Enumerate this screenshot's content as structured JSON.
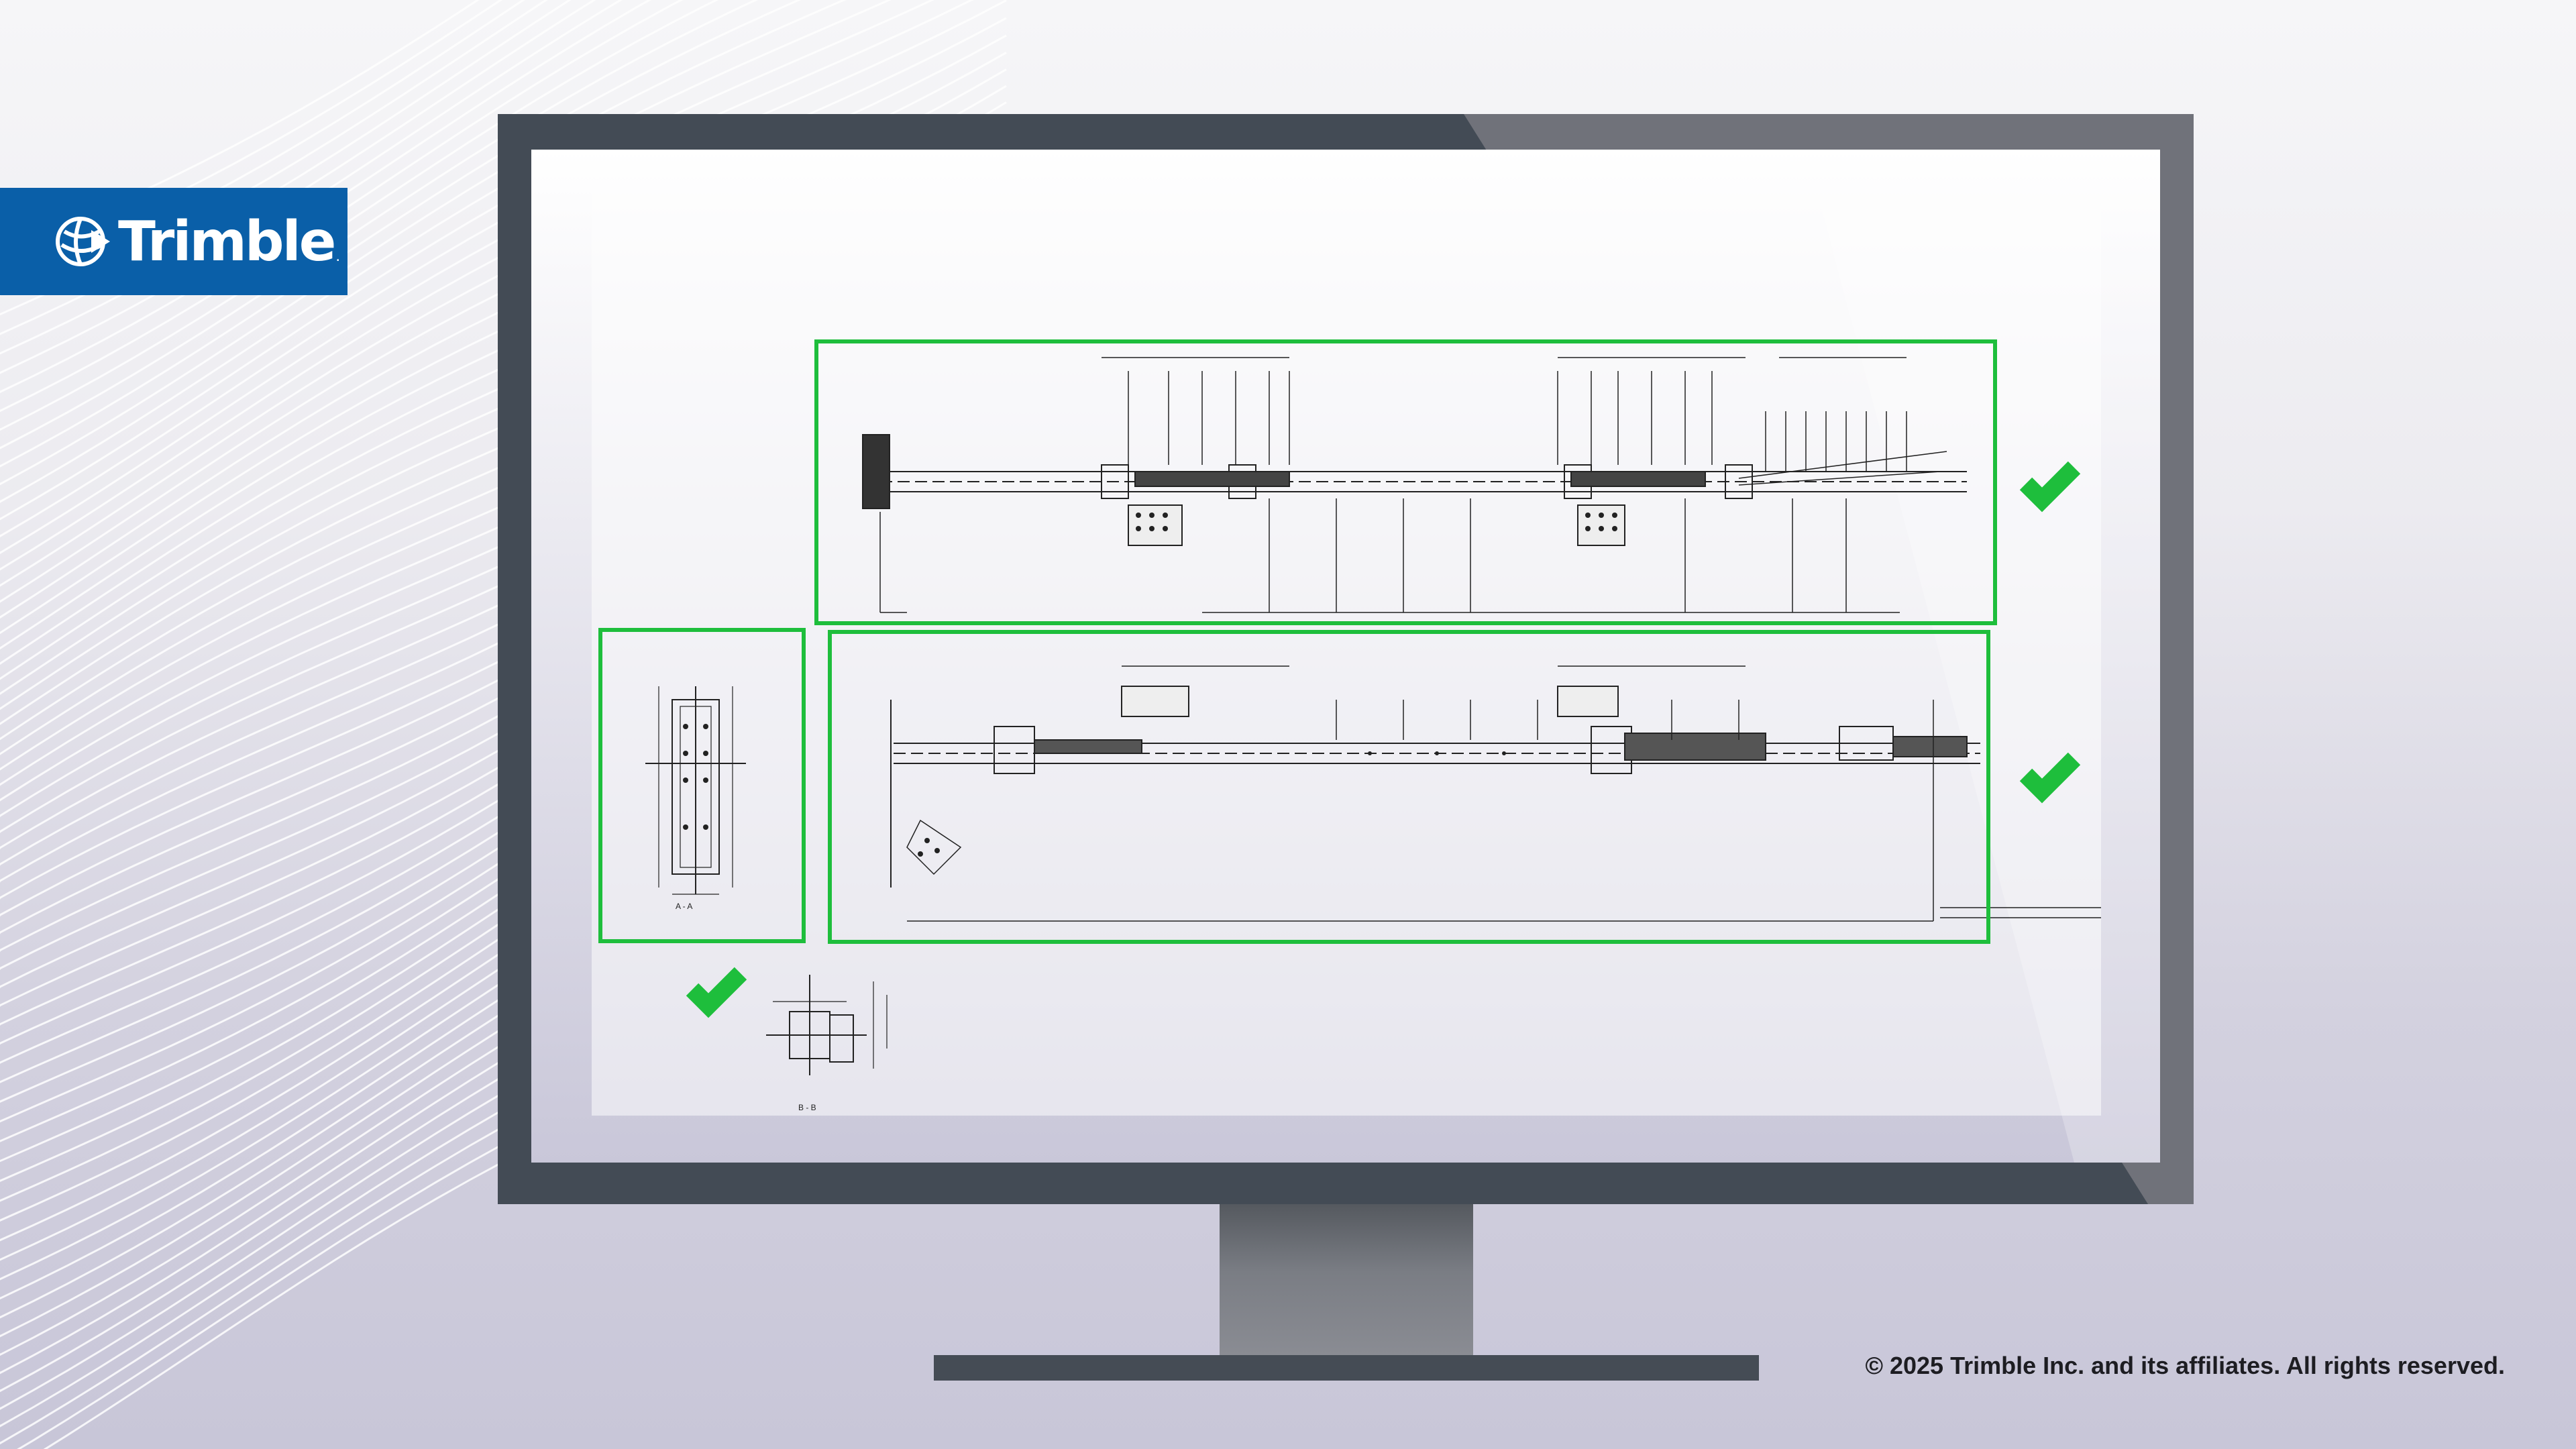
{
  "brand": {
    "name": "Trimble",
    "registered_mark": ".",
    "logo_icon": "trimble-globe-icon",
    "brand_color": "#0a5fa8"
  },
  "drawing": {
    "highlight_color": "#1ebe3c",
    "check_icon": "checkmark-icon",
    "detected_regions": [
      {
        "name": "elevation-top",
        "status": "checked"
      },
      {
        "name": "section-a-a",
        "status": "checked"
      },
      {
        "name": "elevation-bottom",
        "status": "checked"
      }
    ],
    "section_labels": {
      "a": "A - A",
      "b": "B - B"
    }
  },
  "footer": {
    "copyright": "© 2025 Trimble Inc. and its affiliates. All rights reserved."
  }
}
